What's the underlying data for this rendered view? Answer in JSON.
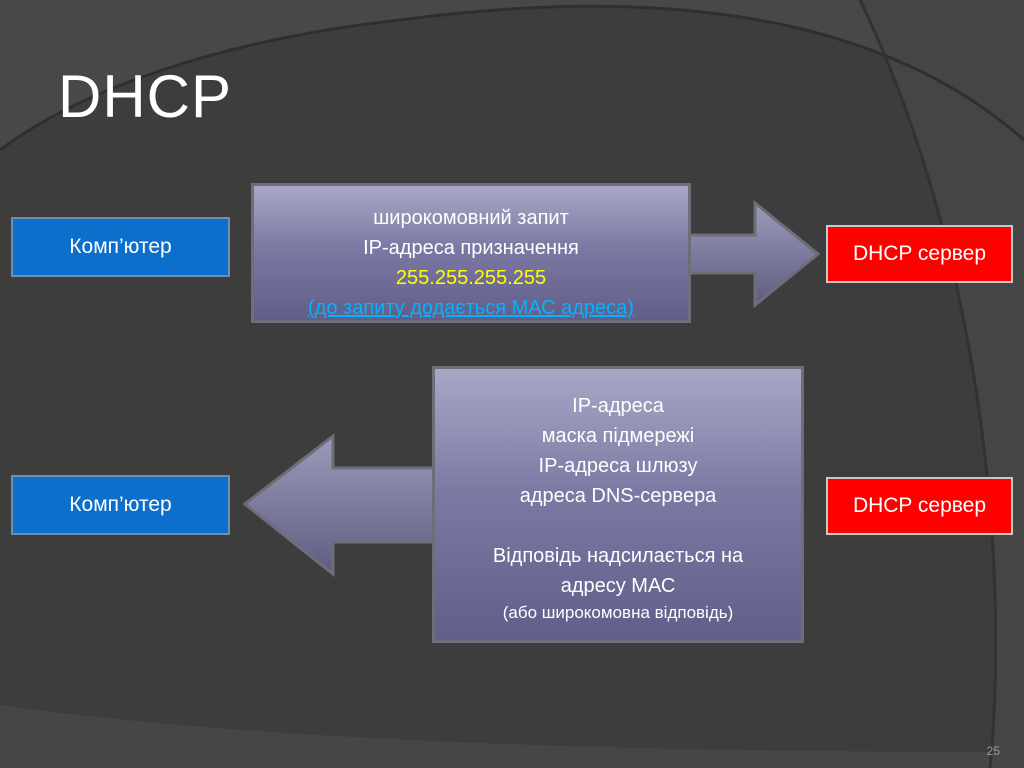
{
  "slide": {
    "title": "DHCP",
    "page_number": "25"
  },
  "request": {
    "client_label": "Комп’ютер",
    "server_label": "DHCP сервер",
    "lines": [
      "широкомовний запит",
      "IP-адреса призначення",
      "255.255.255.255",
      "(до запиту додається МАС адреса)"
    ]
  },
  "response": {
    "client_label": "Комп’ютер",
    "server_label": "DHCP сервер",
    "lines": [
      "IP-адреса",
      "маска підмережі",
      "IP-адреса шлюзу",
      "адреса DNS-сервера",
      "Відповідь надсилається на",
      "адресу МАС",
      "(або широкомовна відповідь)"
    ]
  },
  "colors": {
    "background": "#3a3a3a",
    "computer_box": "#0b6fcb",
    "server_box": "#ff0000",
    "broadcast_address": "#ffff00",
    "mac_note": "#00b4ff"
  }
}
